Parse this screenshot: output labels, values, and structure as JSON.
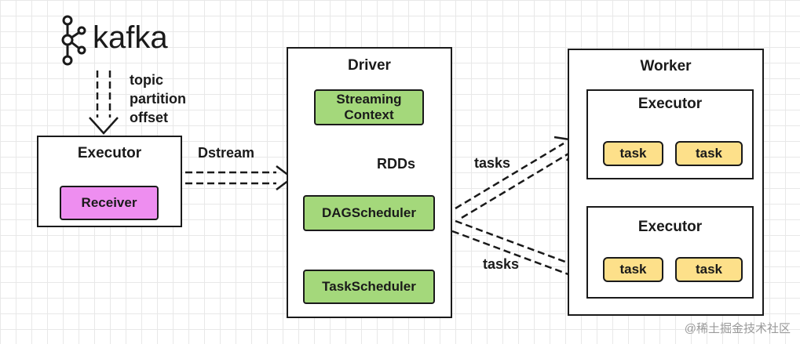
{
  "kafka": {
    "logo_text": "kafka",
    "annotation": "topic\npartition\noffset"
  },
  "receiver_executor": {
    "title": "Executor",
    "receiver_label": "Receiver"
  },
  "dstream_label": "Dstream",
  "driver": {
    "title": "Driver",
    "streaming_context_label": "Streaming\nContext",
    "rdds_label": "RDDs",
    "dag_scheduler_label": "DAGScheduler",
    "task_scheduler_label": "TaskScheduler"
  },
  "tasks_labels": {
    "upper": "tasks",
    "lower": "tasks"
  },
  "worker": {
    "title": "Worker",
    "executors": [
      {
        "title": "Executor",
        "tasks": [
          "task",
          "task"
        ]
      },
      {
        "title": "Executor",
        "tasks": [
          "task",
          "task"
        ]
      }
    ]
  },
  "watermark": "@稀土掘金技术社区",
  "colors": {
    "receiver_fill": "#ee8ef0",
    "driver_node_fill": "#a4d87b",
    "task_fill": "#fde08a",
    "outline": "#1a1a1a"
  }
}
